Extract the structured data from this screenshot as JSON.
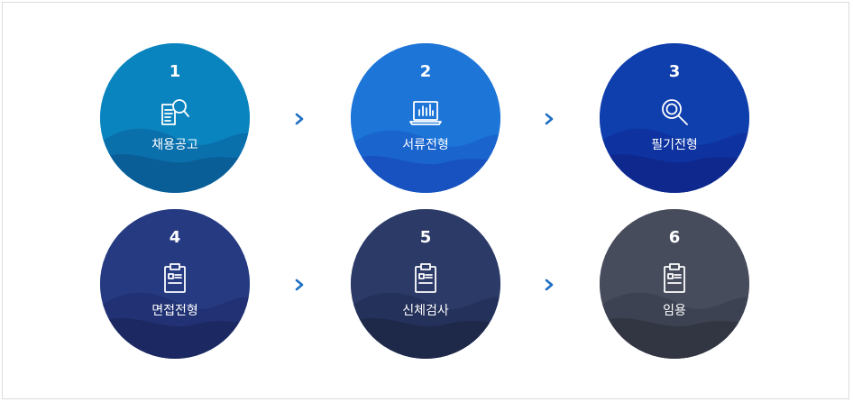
{
  "steps": [
    {
      "number": "1",
      "label": "채용공고",
      "icon": "document-search-icon",
      "color": "#0a84bf",
      "wave": "#0b6aa6",
      "wave2": "#0a5a94"
    },
    {
      "number": "2",
      "label": "서류전형",
      "icon": "laptop-chart-icon",
      "color": "#1d75d8",
      "wave": "#1a5fcb",
      "wave2": "#174fbd"
    },
    {
      "number": "3",
      "label": "필기전형",
      "icon": "magnifier-icon",
      "color": "#0f3ead",
      "wave": "#0f309c",
      "wave2": "#0e278a"
    },
    {
      "number": "4",
      "label": "면접전형",
      "icon": "clipboard-icon",
      "color": "#263a82",
      "wave": "#202f6e",
      "wave2": "#1b275e"
    },
    {
      "number": "5",
      "label": "신체검사",
      "icon": "clipboard-icon",
      "color": "#2b3a67",
      "wave": "#232f55",
      "wave2": "#1d2747"
    },
    {
      "number": "6",
      "label": "임용",
      "icon": "clipboard-icon",
      "color": "#464c5c",
      "wave": "#3a3f4d",
      "wave2": "#30343f"
    }
  ],
  "colors": {
    "arrow": "#1d6fc3",
    "border": "#dcdcdc"
  }
}
